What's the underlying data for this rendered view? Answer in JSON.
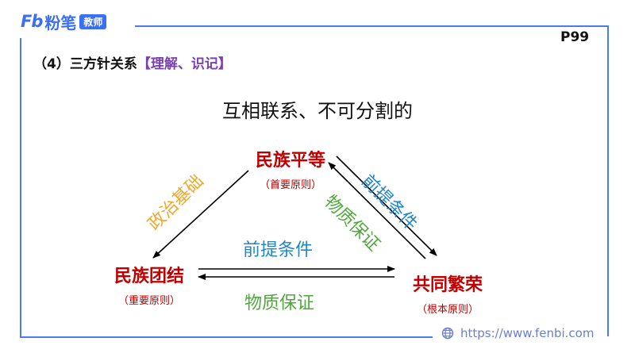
{
  "brand": {
    "mark": "Fb",
    "name": "粉笔",
    "badge": "教师"
  },
  "page_number": "P99",
  "heading": {
    "prefix": "（4）三方针关系",
    "tag": "【理解、识记】"
  },
  "center_title": "互相联系、不可分割的",
  "nodes": {
    "top": {
      "title": "民族平等",
      "note": "（首要原则）"
    },
    "left": {
      "title": "民族团结",
      "note": "（重要原则）"
    },
    "right": {
      "title": "共同繁荣",
      "note": "（根本原则）"
    }
  },
  "labels": {
    "left_edge": "政治基础",
    "right_edge_outer": "前提条件",
    "right_edge_inner": "物质保证",
    "bottom_top": "前提条件",
    "bottom_bottom": "物质保证"
  },
  "footer": {
    "url": "https://www.fenbi.com"
  },
  "colors": {
    "brand_blue": "#3a6ff5",
    "node_red": "#c00000",
    "label_blue": "#1f86cc",
    "label_green": "#4fa83c",
    "label_orange": "#f0a830",
    "heading_purple": "#7a3fb0"
  }
}
